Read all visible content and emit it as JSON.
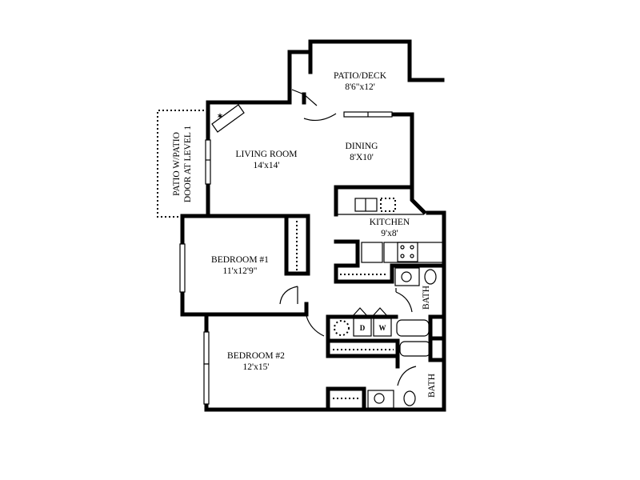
{
  "floorplan": {
    "rooms": [
      {
        "id": "patio-deck",
        "name": "PATIO/DECK",
        "size": "8'6\"x12'"
      },
      {
        "id": "living-room",
        "name": "LIVING ROOM",
        "size": "14'x14'"
      },
      {
        "id": "dining",
        "name": "DINING",
        "size": "8'X10'"
      },
      {
        "id": "kitchen",
        "name": "KITCHEN",
        "size": "9'x8'"
      },
      {
        "id": "bedroom-1",
        "name": "BEDROOM #1",
        "size": "11'x12'9\""
      },
      {
        "id": "bedroom-2",
        "name": "BEDROOM #2",
        "size": "12'x15'"
      },
      {
        "id": "bath-1",
        "name": "BATH"
      },
      {
        "id": "bath-2",
        "name": "BATH"
      }
    ],
    "notes": {
      "patio_line1": "PATIO W/PATIO",
      "patio_line2": "DOOR AT LEVEL 1"
    },
    "appliances": {
      "dryer": "D",
      "washer": "W"
    }
  }
}
